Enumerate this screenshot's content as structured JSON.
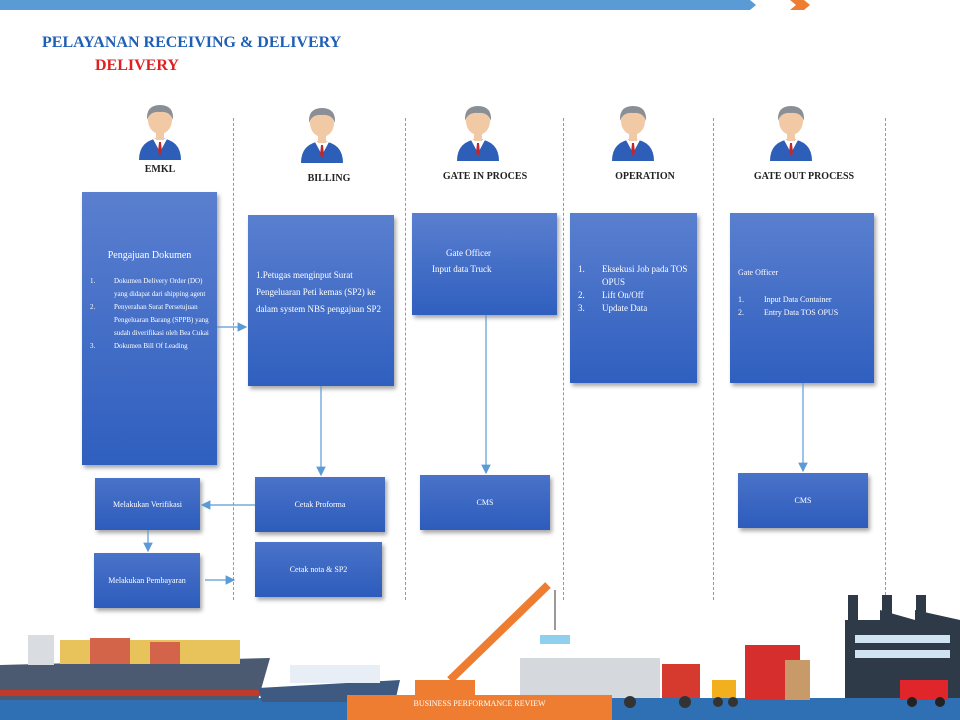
{
  "header": {
    "title": "PELAYANAN RECEIVING & DELIVERY",
    "subtitle": "DELIVERY"
  },
  "lanes": [
    "EMKL",
    "BILLING",
    "GATE IN PROCES",
    "OPERATION",
    "GATE OUT PROCESS"
  ],
  "emkl": {
    "heading": "Pengajuan Dokumen",
    "items": [
      {
        "n": "1.",
        "text": "Dokumen Delivery Order (DO) yang didapat dari shipping agent"
      },
      {
        "n": "2.",
        "text": "Penyerahan Surat Persetujuan Pengeluaran Barang (SPPB) yang sudah diverifikasi oleh Bea Cukai"
      },
      {
        "n": "3.",
        "text": "Dokumen Bill Of Leading"
      }
    ]
  },
  "billing": {
    "text": "1.Petugas menginput Surat Pengeluaran Peti kemas (SP2) ke dalam system NBS pengajuan SP2"
  },
  "gate_in": {
    "line1": "Gate Officer",
    "line2": "Input data Truck"
  },
  "operation": {
    "items": [
      {
        "n": "1.",
        "text": "Eksekusi Job pada TOS OPUS"
      },
      {
        "n": "2.",
        "text": "Lift On/Off"
      },
      {
        "n": "3.",
        "text": "Update Data"
      }
    ]
  },
  "gate_out": {
    "heading": "Gate Officer",
    "items": [
      {
        "n": "1.",
        "text": "Input Data Container"
      },
      {
        "n": "2.",
        "text": "Entry Data TOS OPUS"
      }
    ]
  },
  "steps": {
    "verifikasi": "Melakukan Verifikasi",
    "pembayaran": "Melakukan Pembayaran",
    "proforma": "Cetak Proforma",
    "nota": "Cetak nota & SP2",
    "cms_in": "CMS",
    "cms_out": "CMS"
  },
  "footer": {
    "banner": "BUSINESS PERFORMANCE REVIEW"
  }
}
